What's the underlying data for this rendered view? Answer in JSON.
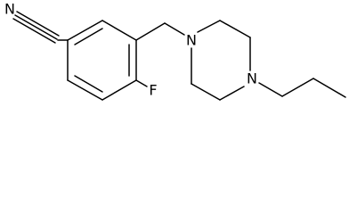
{
  "molecule": {
    "atom_labels": {
      "nitrile_n": "N",
      "fluorine": "F",
      "piperazine_n1": "N",
      "piperazine_n4": "N"
    }
  }
}
